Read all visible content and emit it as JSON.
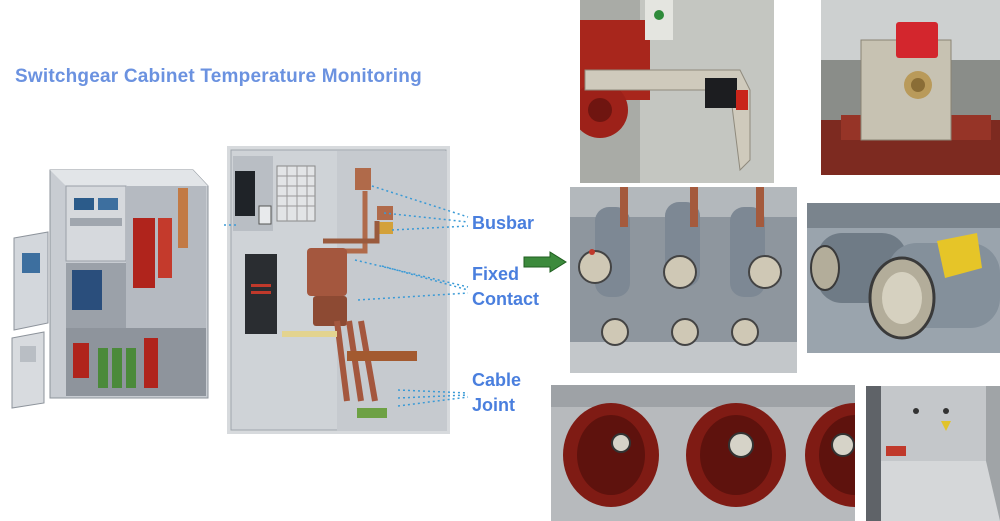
{
  "title": "Switchgear Cabinet Temperature Monitoring",
  "labels": {
    "busbar": "Busbar",
    "fixed_contact_line1": "Fixed",
    "fixed_contact_line2": "Contact",
    "cable_joint_line1": "Cable",
    "cable_joint_line2": "Joint"
  },
  "colors": {
    "title": "#6b92e0",
    "label": "#4a7fde",
    "leader_line": "#3a9ad6",
    "arrow": "#3c8a3c",
    "insulator_red": "#b0241c",
    "copper": "#b06a4a"
  }
}
